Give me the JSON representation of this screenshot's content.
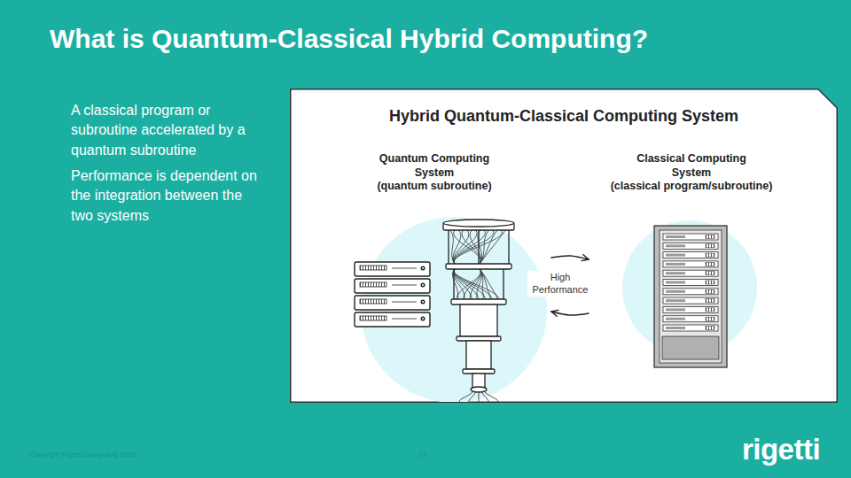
{
  "diagram": {
    "title": "What is Quantum-Classical Hybrid Computing?",
    "nodes": [
      {
        "text": [
          "Hybrid Quantum-Classical Computing System"
        ]
      },
      {
        "text": [
          "Quantum Computing System",
          "(quantum subroutine)"
        ],
        "in": 0
      },
      {
        "text": [
          "Classical Computing System",
          "(classical program/subroutine)"
        ],
        "in": 0
      }
    ],
    "edges": [
      {
        "from": 1,
        "to": 2,
        "arrow": "to"
      },
      {
        "from": 2,
        "to": 1,
        "arrow": "to"
      }
    ],
    "labels": [
      "A classical program or subroutine accelerated by a quantum subroutine",
      "Performance is dependent on the integration between the two systems",
      "High Performance",
      "Copyright Rigetti Computing 2023",
      "27",
      "rigetti"
    ]
  }
}
